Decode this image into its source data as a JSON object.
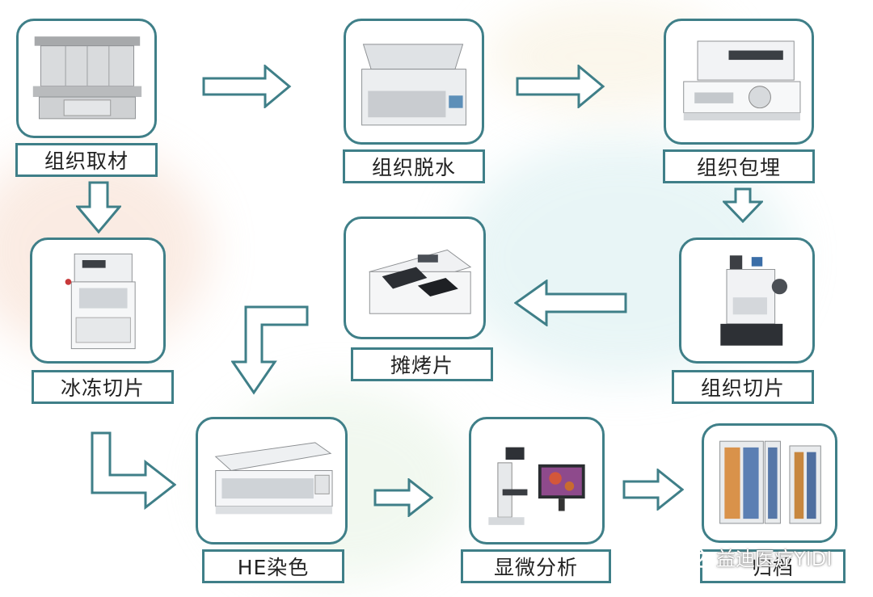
{
  "colors": {
    "accent": "#3f7f88",
    "label_text": "#222222"
  },
  "nodes": [
    {
      "id": "grossing",
      "label": "组织取材",
      "icon": "grossing-station-icon"
    },
    {
      "id": "dehydration",
      "label": "组织脱水",
      "icon": "tissue-processor-icon"
    },
    {
      "id": "embedding",
      "label": "组织包埋",
      "icon": "embedding-center-icon"
    },
    {
      "id": "frozen",
      "label": "冰冻切片",
      "icon": "cryostat-icon"
    },
    {
      "id": "drying",
      "label": "摊烤片",
      "icon": "slide-warmer-icon"
    },
    {
      "id": "sectioning",
      "label": "组织切片",
      "icon": "microtome-icon"
    },
    {
      "id": "staining",
      "label": "HE染色",
      "icon": "stainer-icon"
    },
    {
      "id": "microscopy",
      "label": "显微分析",
      "icon": "microscope-icon"
    },
    {
      "id": "archive",
      "label": "归档",
      "icon": "archive-cabinet-icon"
    }
  ],
  "watermark": {
    "text": "益迪医疗YIDI",
    "icon": "wechat-icon"
  }
}
